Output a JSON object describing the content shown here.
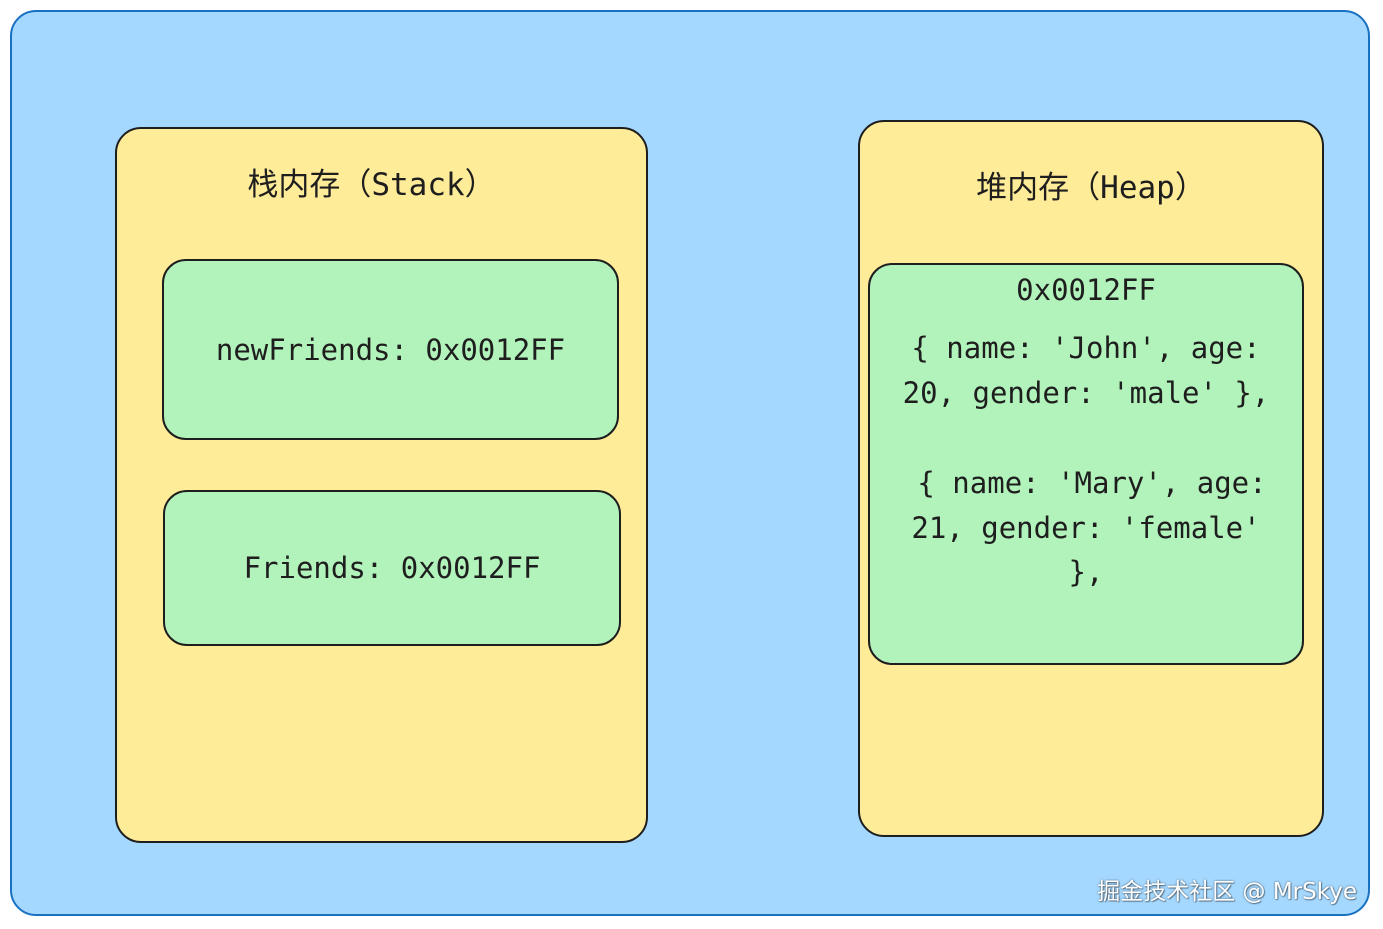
{
  "colors": {
    "background": "#a5d8ff",
    "panel": "#ffec99",
    "box": "#b2f2bb",
    "stroke": "#1e1e1e"
  },
  "stack": {
    "title": "栈内存（Stack）",
    "items": [
      {
        "label": "newFriends: 0x0012FF"
      },
      {
        "label": "Friends: 0x0012FF"
      }
    ]
  },
  "heap": {
    "title": "堆内存（Heap）",
    "address": "0x0012FF",
    "lines": [
      "{ name: 'John', age:",
      "20, gender: 'male' },",
      "{ name: 'Mary', age:",
      "21, gender: 'female'",
      "},"
    ]
  },
  "watermark": "掘金技术社区 @ MrSkye"
}
